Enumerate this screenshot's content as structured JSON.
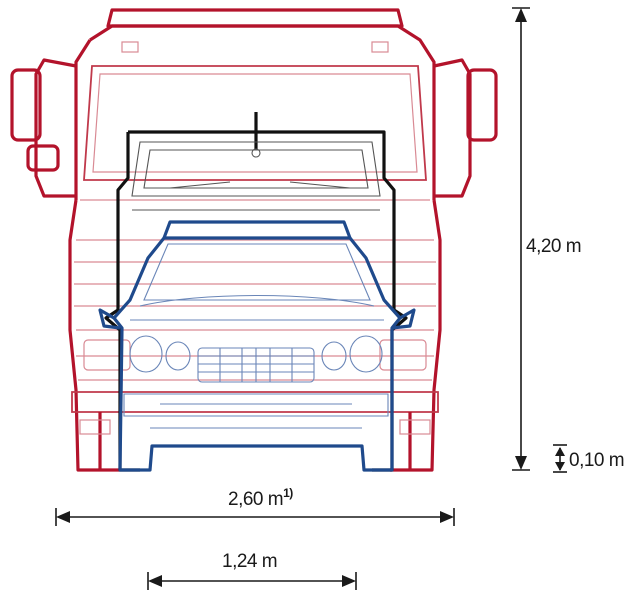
{
  "dimensions": {
    "height_total": "4,20 m",
    "ground_clearance": "0,10 m",
    "width_truck": "2,60 m",
    "width_truck_note": "1)",
    "width_car": "1,24 m"
  },
  "colors": {
    "truck": "#b3132b",
    "van": "#111111",
    "car": "#1f4a8c",
    "dimension": "#1a1a1a"
  }
}
